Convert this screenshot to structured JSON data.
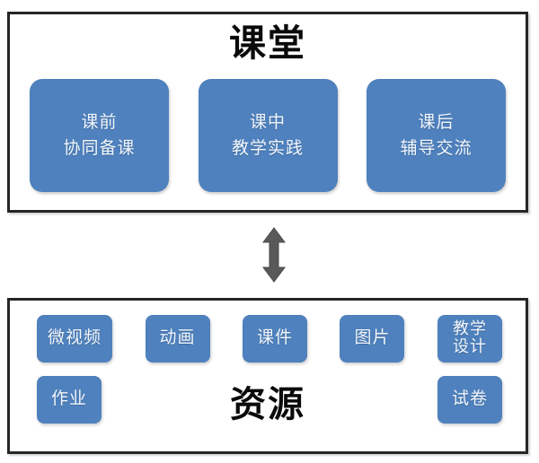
{
  "diagram": {
    "classroom": {
      "title": "课堂",
      "stages": [
        {
          "name": "pre-class",
          "line1": "课前",
          "line2": "协同备课"
        },
        {
          "name": "in-class",
          "line1": "课中",
          "line2": "教学实践"
        },
        {
          "name": "post-class",
          "line1": "课后",
          "line2": "辅导交流"
        }
      ]
    },
    "connector": {
      "icon": "double-arrow-vertical-icon",
      "color": "#595959"
    },
    "resource": {
      "title": "资源",
      "tags_row1": [
        {
          "name": "micro-video",
          "line1": "微视频",
          "line2": ""
        },
        {
          "name": "animation",
          "line1": "动画",
          "line2": ""
        },
        {
          "name": "courseware",
          "line1": "课件",
          "line2": ""
        },
        {
          "name": "picture",
          "line1": "图片",
          "line2": ""
        },
        {
          "name": "teaching-design",
          "line1": "教学",
          "line2": "设计"
        }
      ],
      "tags_row2": [
        {
          "name": "homework",
          "line1": "作业",
          "line2": ""
        },
        {
          "name": "exam-paper",
          "line1": "试卷",
          "line2": ""
        }
      ]
    },
    "colors": {
      "box_blue": "#4e81bd",
      "panel_border": "#262626",
      "arrow_gray": "#595959",
      "title_black": "#0a0a0a",
      "box_text": "#f2f6fb"
    }
  }
}
